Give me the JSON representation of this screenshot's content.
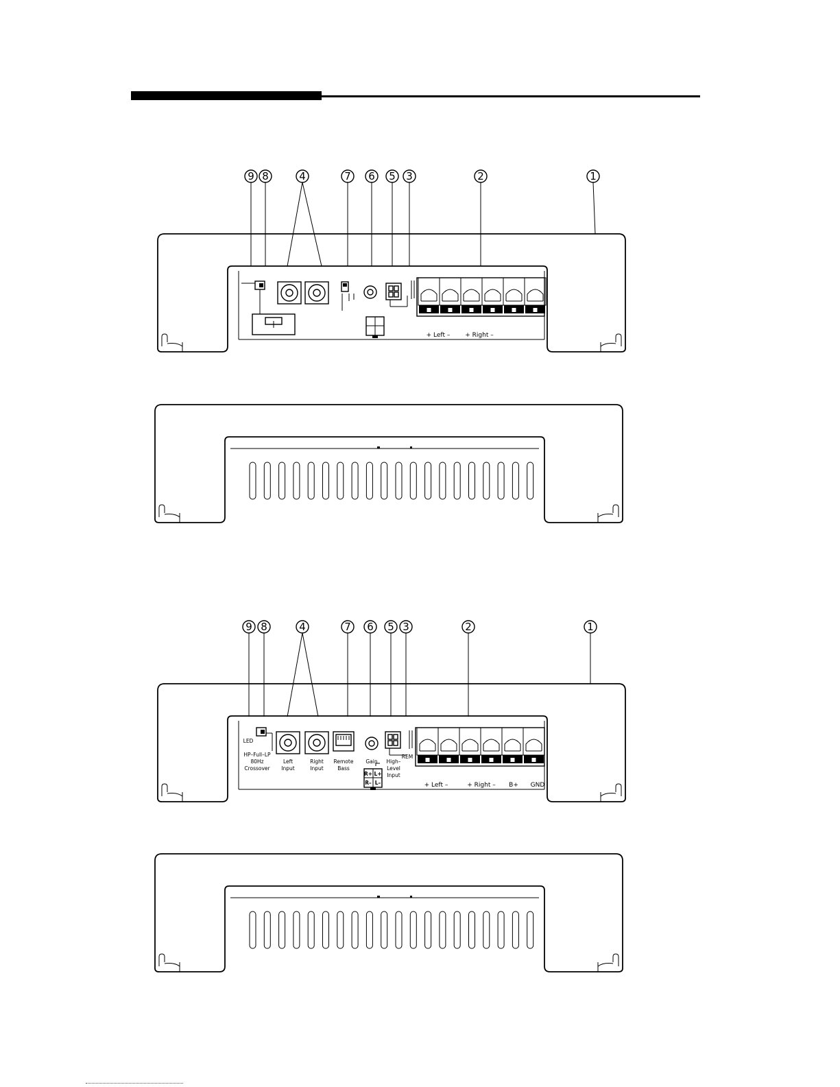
{
  "figure_top": {
    "callouts": [
      "9",
      "8",
      "4",
      "7",
      "6",
      "5",
      "3",
      "2",
      "1"
    ],
    "speaker_labels": [
      "+ Left –",
      "+ Right –"
    ]
  },
  "figure_bottom": {
    "callouts": [
      "9",
      "8",
      "4",
      "7",
      "6",
      "5",
      "3",
      "2",
      "1"
    ],
    "led_label": "LED",
    "crossover_label_1": "HP–Full–LP",
    "crossover_label_2": "80Hz",
    "crossover_label_3": "Crossover",
    "left_input_1": "Left",
    "left_input_2": "Input",
    "right_input_1": "Right",
    "right_input_2": "Input",
    "remote_bass_1": "Remote",
    "remote_bass_2": "Bass",
    "gain_label": "Gain",
    "rem_label": "REM",
    "high_level_1": "High–",
    "high_level_2": "Level",
    "high_level_3": "Input",
    "pin_labels": [
      "R+",
      "L+",
      "R–",
      "L–"
    ],
    "terminal_labels": [
      "+ Left –",
      "+ Right –",
      "B+",
      "GND"
    ]
  }
}
